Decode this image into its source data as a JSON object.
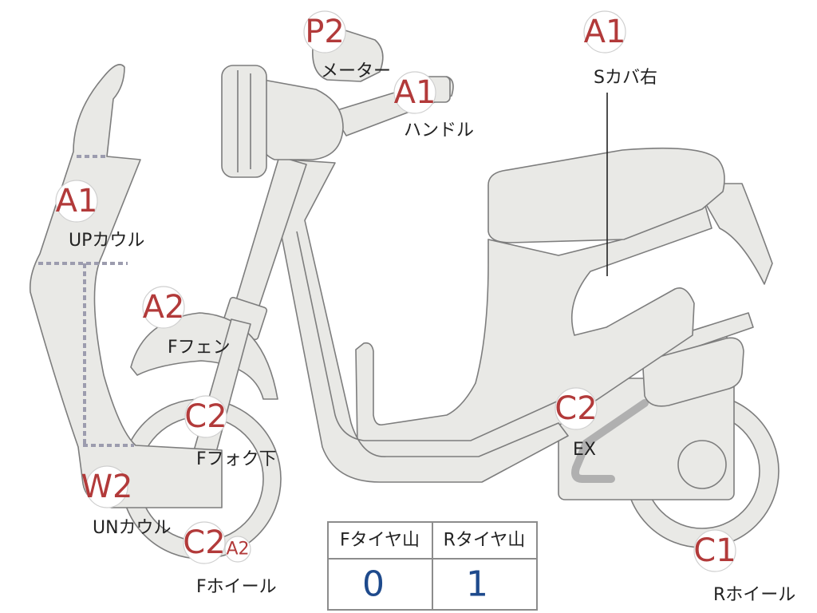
{
  "parts": {
    "meter": {
      "grade": "P2",
      "label": "メーター"
    },
    "handle": {
      "grade": "A1",
      "label": "ハンドル"
    },
    "side_cover_r": {
      "grade": "A1",
      "label": "Sカバ右"
    },
    "upper_cowl": {
      "grade": "A1",
      "label": "UPカウル"
    },
    "front_fender": {
      "grade": "A2",
      "label": "Fフェン"
    },
    "front_fork": {
      "grade": "C2",
      "label": "Fフォク下"
    },
    "exhaust": {
      "grade": "C2",
      "label": "EX"
    },
    "under_cowl": {
      "grade": "W2",
      "label": "UNカウル"
    },
    "front_wheel": {
      "grade": "C2",
      "grade_extra": "A2",
      "label": "Fホイール"
    },
    "rear_wheel": {
      "grade": "C1",
      "label": "Rホイール"
    }
  },
  "tire_table": {
    "headers": [
      "Fタイヤ山",
      "Rタイヤ山"
    ],
    "values": [
      "0",
      "1"
    ]
  },
  "colors": {
    "grade_text": "#b23a3a",
    "value_text": "#1e4a8c",
    "part_fill": "#e9e9e6",
    "part_stroke": "#7d7d7d"
  }
}
